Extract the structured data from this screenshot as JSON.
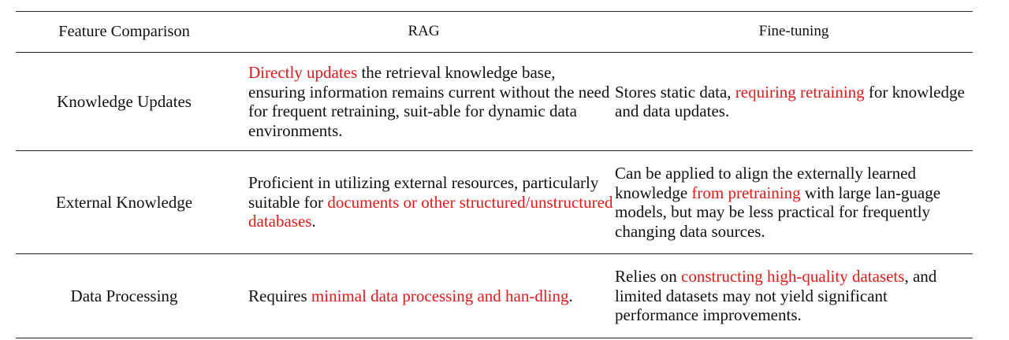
{
  "header": {
    "col0": "Feature Comparison",
    "col1": "RAG",
    "col2": "Fine-tuning"
  },
  "rows": [
    {
      "feature": "Knowledge Updates",
      "rag": {
        "highlight": "Directly updates",
        "after": " the retrieval knowledge base, ensuring information remains current without the need for frequent retraining, suit-able for dynamic data environments."
      },
      "ft": {
        "before": "Stores static data, ",
        "highlight": "requiring retraining",
        "after": " for knowledge and data updates."
      }
    },
    {
      "feature": "External Knowledge",
      "rag": {
        "before": "Proficient in utilizing external resources, particularly suitable for ",
        "highlight": "documents or other structured/unstructured databases",
        "after": "."
      },
      "ft": {
        "before": "Can be applied to align the externally learned knowledge ",
        "highlight": "from pretraining",
        "after": " with large lan-guage models, but may be less practical for frequently changing data sources."
      }
    },
    {
      "feature": "Data Processing",
      "rag": {
        "before": "Requires ",
        "highlight": "minimal data processing and han-dling",
        "after": "."
      },
      "ft": {
        "before": "Relies on ",
        "highlight": "constructing high-quality datasets",
        "after": ", and limited datasets may not yield significant performance improvements."
      }
    }
  ],
  "colors": {
    "highlight": "#e01b1b",
    "text": "#111111",
    "rule": "#222222"
  }
}
